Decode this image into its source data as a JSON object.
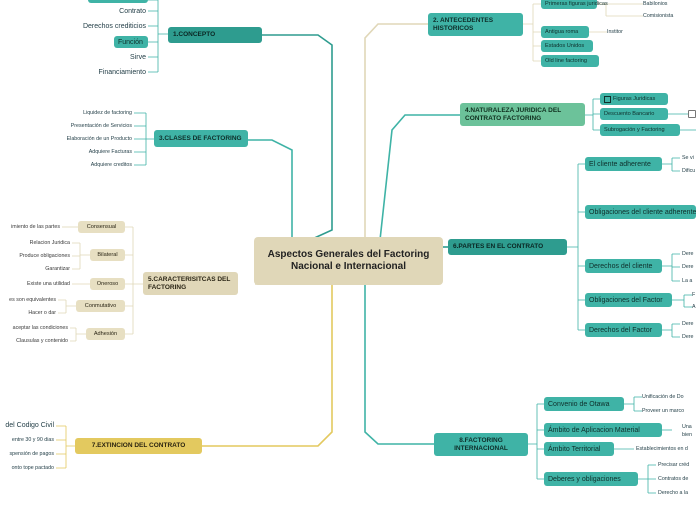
{
  "colors": {
    "teal": "#3fb3a6",
    "green": "#6cc29a",
    "beige": "#e0d7b8",
    "yellow": "#e3c95f"
  },
  "center": {
    "title": "Aspectos Generales del Factoring Nacional e Internacional"
  },
  "concepto": {
    "title": "1.CONCEPTO",
    "items": [
      "Contrato",
      "Derechos crediticios",
      "Función",
      "Sirve",
      "Financiamiento"
    ]
  },
  "clases": {
    "title": "3.CLASES DE FACTORING",
    "items": [
      "Liquidez de factoring",
      "Presentación de Servicios",
      "Elaboración de un Producto",
      "Adquiere Facturas",
      "Adquiere creditos"
    ]
  },
  "caracteristicas": {
    "title": "5.CARACTERISITCAS DEL FACTORING",
    "groups": [
      {
        "label": "Consensual",
        "items": [
          "imiento de las partes"
        ]
      },
      {
        "label": "Bilateral",
        "items": [
          "Relacion Juridica",
          "Produce obligaciones",
          "Garantizar"
        ]
      },
      {
        "label": "Oneroso",
        "items": [
          "Existe una utilidad"
        ]
      },
      {
        "label": "Conmutativo",
        "items": [
          "es son equivalentes",
          "Hacer o dar"
        ]
      },
      {
        "label": "Adhesión",
        "items": [
          "aceptar las condiciones",
          "Clausulas y contenido"
        ]
      }
    ]
  },
  "extincion": {
    "title": "7.EXTINCION DEL CONTRATO",
    "items": [
      "del Codigo Civil",
      "entre 30 y 90 dias",
      "spensión de pagos",
      "onto tope pactado"
    ]
  },
  "antecedentes": {
    "title": "2. ANTECEDENTES HISTORICOS",
    "items": [
      "Primeras figuras juridicas",
      "Antigua roma",
      "Estados Unidos",
      "Old line factoring"
    ],
    "sub_items": [
      "Babilonios",
      "Comisionista",
      "Institor"
    ]
  },
  "naturaleza": {
    "title": "4.NATURALEZA JURIDICA DEL CONTRATO FACTORING",
    "items": [
      "Figuras Juridicas",
      "Descuento Bancario",
      "Subrogación y Factoring"
    ]
  },
  "partes": {
    "title": "6.PARTES EN EL CONTRATO",
    "items": [
      "El cliente adherente",
      "Obligaciones del cliente adherente",
      "Derechos del cliente",
      "Obligaciones del Factor",
      "Derechos del Factor"
    ],
    "sub_items": [
      "Se vi",
      "Dificu",
      "Dere",
      "Dere",
      "La a",
      "F",
      "A",
      "Dere",
      "Dere"
    ]
  },
  "internacional": {
    "title": "8.FACTORING INTERNACIONAL",
    "items": [
      "Convenio de Otawa",
      "Ámbito de Aplicacion Material",
      "Ámbito Territorial",
      "Deberes y obligaciones"
    ],
    "sub_items": [
      "Unificación de Do",
      "Proveer un marco",
      "Una",
      "bien",
      "Establecimientos en d",
      "Precisar créd",
      "Contratos de",
      "Derecho a la"
    ]
  }
}
